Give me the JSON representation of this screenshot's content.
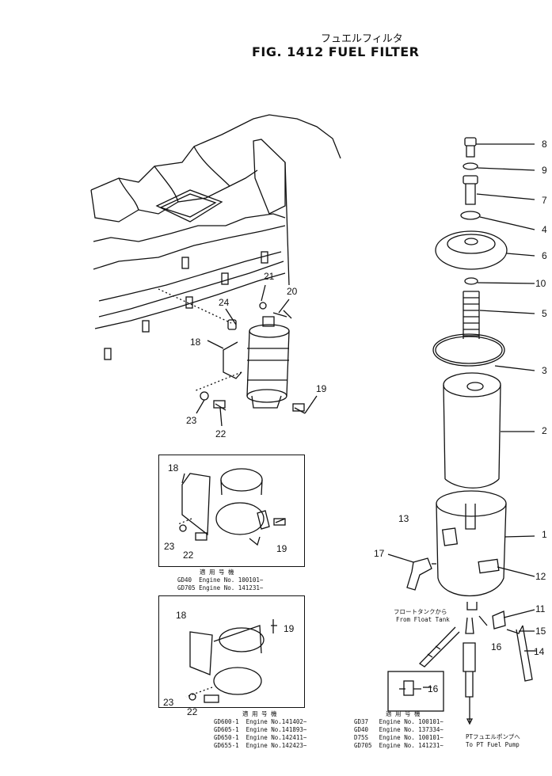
{
  "header": {
    "title_jp": "フュエルフィルタ",
    "title_en": "FIG. 1412 FUEL FILTER"
  },
  "parts": {
    "p1": "1",
    "p2": "2",
    "p3": "3",
    "p4": "4",
    "p5": "5",
    "p6": "6",
    "p7": "7",
    "p8": "8",
    "p9": "9",
    "p10": "10",
    "p11": "11",
    "p12": "12",
    "p13": "13",
    "p14": "14",
    "p15": "15",
    "p16": "16",
    "p17": "17",
    "p18": "18",
    "p19": "19",
    "p20": "20",
    "p21": "21",
    "p22": "22",
    "p23": "23",
    "p24": "24"
  },
  "notes": {
    "box1_jp": "適 用 号 機",
    "box1_lines": [
      "GD40  Engine No. 100101~",
      "GD705 Engine No. 141231~"
    ],
    "box2_jp": "適 用 号 機",
    "box2_lines": [
      "GD600-1  Engine No.141402~",
      "GD605-1  Engine No.141893~",
      "GD650-1  Engine No.142411~",
      "GD655-1  Engine No.142423~"
    ],
    "box3_jp": "適 用 号 機",
    "box3_lines": [
      "GD37   Engine No. 100101~",
      "GD40   Engine No. 137334~",
      "D75S   Engine No. 100101~",
      "GD705  Engine No. 141231~"
    ],
    "float_tank_jp": "フロートタンクから",
    "float_tank_en": "From Float Tank",
    "pt_pump_jp": "PTフュエルポンプへ",
    "pt_pump_en": "To PT Fuel Pump"
  }
}
